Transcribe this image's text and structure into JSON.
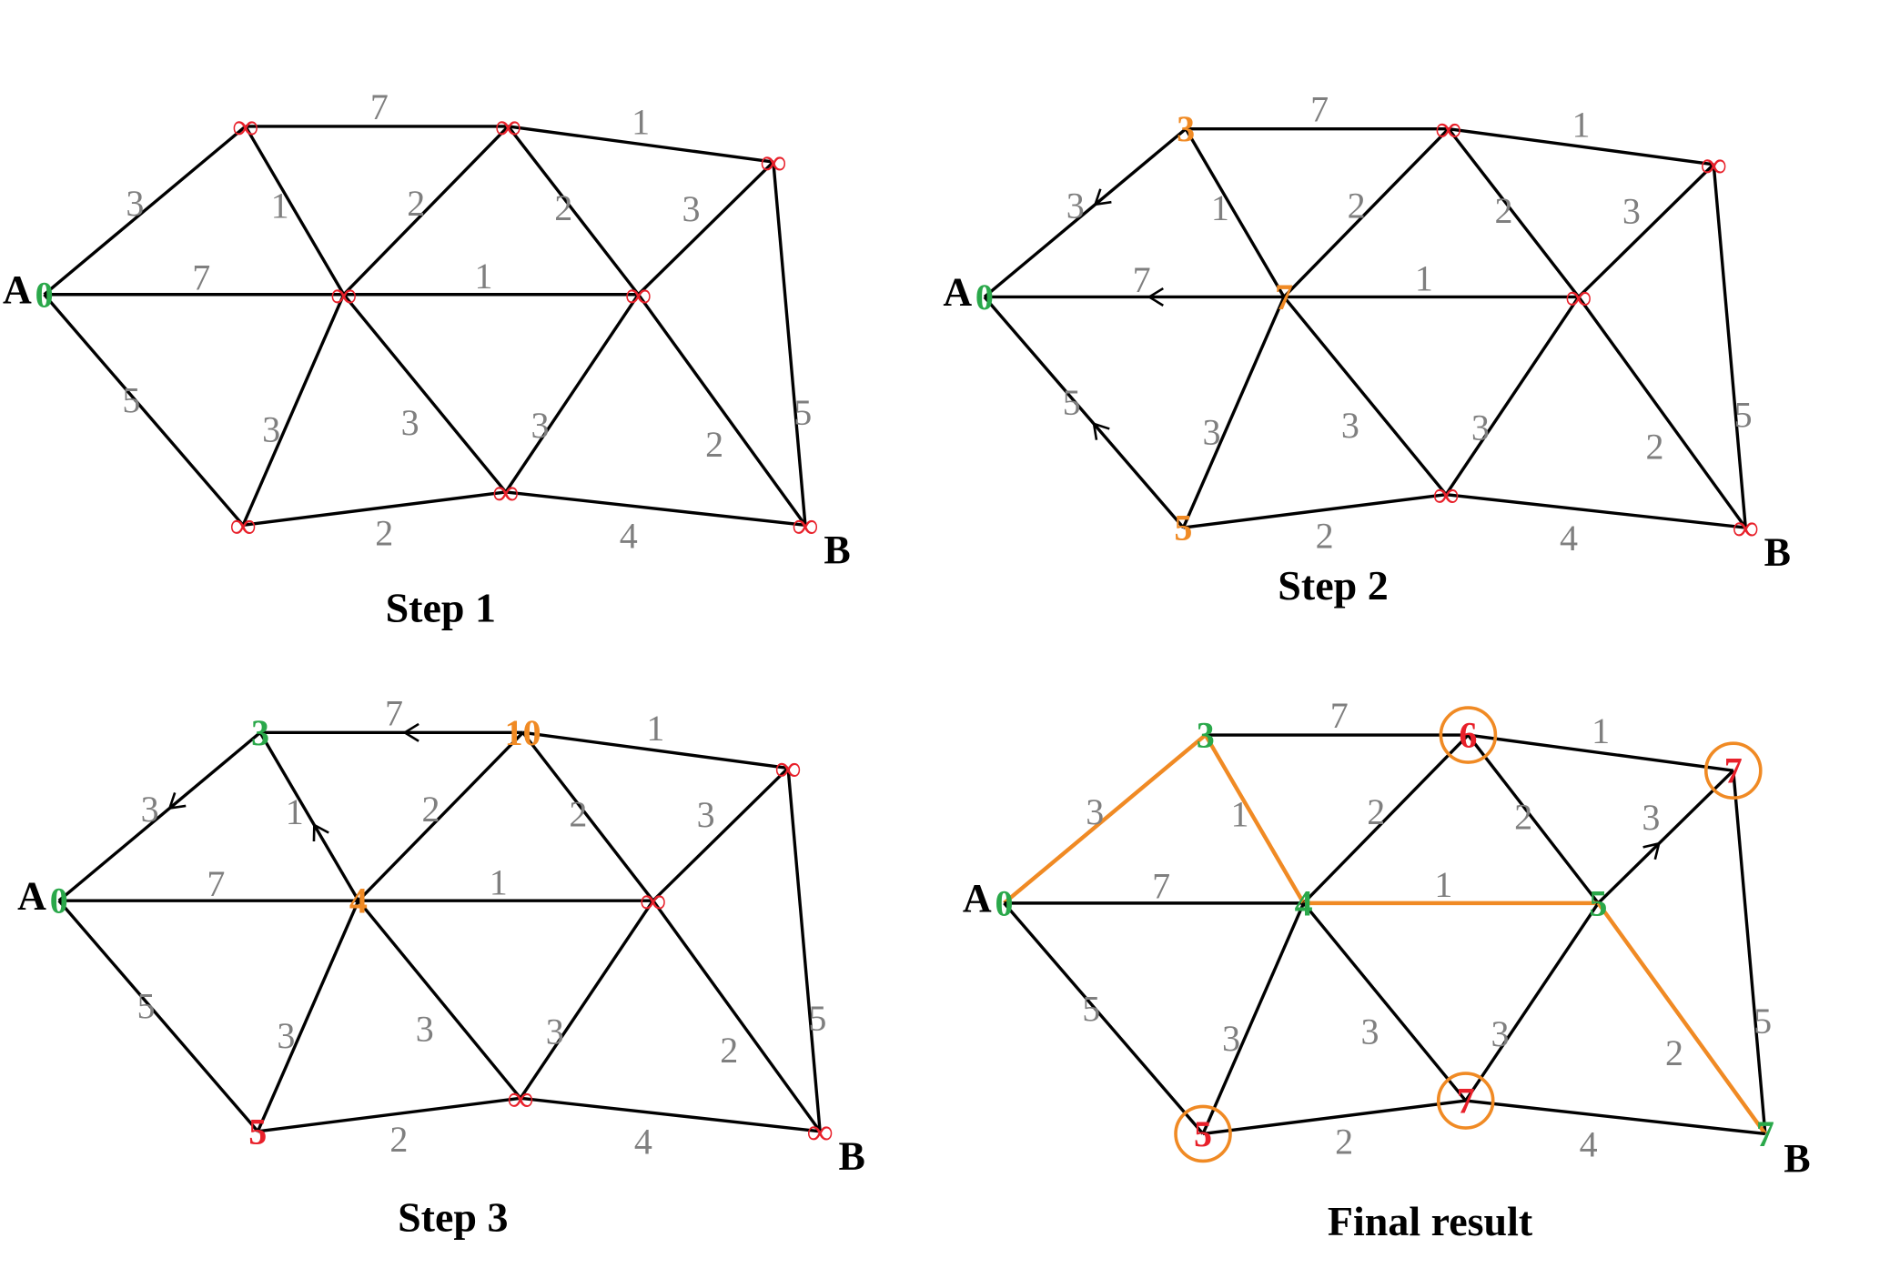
{
  "colors": {
    "edge": "#000000",
    "weight": "#7f7f7f",
    "infinity": "#e8202a",
    "tentative": "#f08a24",
    "final": "#2aa84a",
    "path": "#f08a24"
  },
  "endpoint_letters": {
    "start": "A",
    "end": "B"
  },
  "edges": [
    {
      "from": "A",
      "to": "N1",
      "weight": "3"
    },
    {
      "from": "A",
      "to": "N4",
      "weight": "7"
    },
    {
      "from": "A",
      "to": "N7",
      "weight": "5"
    },
    {
      "from": "N1",
      "to": "N2",
      "weight": "7"
    },
    {
      "from": "N1",
      "to": "N4",
      "weight": "1"
    },
    {
      "from": "N2",
      "to": "N3",
      "weight": "1"
    },
    {
      "from": "N2",
      "to": "N4",
      "weight": "2"
    },
    {
      "from": "N2",
      "to": "N5",
      "weight": "2"
    },
    {
      "from": "N3",
      "to": "N5",
      "weight": "3"
    },
    {
      "from": "N3",
      "to": "B",
      "weight": "5"
    },
    {
      "from": "N4",
      "to": "N5",
      "weight": "1"
    },
    {
      "from": "N4",
      "to": "N7",
      "weight": "3"
    },
    {
      "from": "N4",
      "to": "N8",
      "weight": "3"
    },
    {
      "from": "N5",
      "to": "N8",
      "weight": "3"
    },
    {
      "from": "N5",
      "to": "B",
      "weight": "2"
    },
    {
      "from": "N7",
      "to": "N8",
      "weight": "2"
    },
    {
      "from": "N8",
      "to": "B",
      "weight": "4"
    }
  ],
  "panels": [
    {
      "caption": "Step 1",
      "labels": {
        "A": {
          "text": "0",
          "state": "final"
        },
        "N1": {
          "text": "∞",
          "state": "infinity"
        },
        "N2": {
          "text": "∞",
          "state": "infinity"
        },
        "N3": {
          "text": "∞",
          "state": "infinity"
        },
        "N4": {
          "text": "∞",
          "state": "infinity"
        },
        "N5": {
          "text": "∞",
          "state": "infinity"
        },
        "N7": {
          "text": "∞",
          "state": "infinity"
        },
        "N8": {
          "text": "∞",
          "state": "infinity"
        },
        "B": {
          "text": "∞",
          "state": "infinity"
        }
      },
      "arrows": [],
      "circled": [],
      "path_edges": []
    },
    {
      "caption": "Step 2",
      "labels": {
        "A": {
          "text": "0",
          "state": "final"
        },
        "N1": {
          "text": "3",
          "state": "tentative"
        },
        "N2": {
          "text": "∞",
          "state": "infinity"
        },
        "N3": {
          "text": "∞",
          "state": "infinity"
        },
        "N4": {
          "text": "7",
          "state": "tentative"
        },
        "N5": {
          "text": "∞",
          "state": "infinity"
        },
        "N7": {
          "text": "5",
          "state": "tentative"
        },
        "N8": {
          "text": "∞",
          "state": "infinity"
        },
        "B": {
          "text": "∞",
          "state": "infinity"
        }
      },
      "arrows": [
        {
          "from": "N1",
          "to": "A"
        },
        {
          "from": "N4",
          "to": "A"
        },
        {
          "from": "N7",
          "to": "A"
        }
      ],
      "circled": [],
      "path_edges": []
    },
    {
      "caption": "Step 3",
      "labels": {
        "A": {
          "text": "0",
          "state": "final"
        },
        "N1": {
          "text": "3",
          "state": "final"
        },
        "N2": {
          "text": "10",
          "state": "tentative"
        },
        "N3": {
          "text": "∞",
          "state": "infinity"
        },
        "N4": {
          "text": "4",
          "state": "tentative"
        },
        "N5": {
          "text": "∞",
          "state": "infinity"
        },
        "N7": {
          "text": "5",
          "state": "infinity"
        },
        "N8": {
          "text": "∞",
          "state": "infinity"
        },
        "B": {
          "text": "∞",
          "state": "infinity"
        }
      },
      "arrows": [
        {
          "from": "N2",
          "to": "N1"
        },
        {
          "from": "N1",
          "to": "A"
        },
        {
          "from": "N4",
          "to": "N1"
        }
      ],
      "circled": [],
      "path_edges": []
    },
    {
      "caption": "Final result",
      "labels": {
        "A": {
          "text": "0",
          "state": "final"
        },
        "N1": {
          "text": "3",
          "state": "final"
        },
        "N2": {
          "text": "6",
          "state": "infinity"
        },
        "N3": {
          "text": "7",
          "state": "infinity"
        },
        "N4": {
          "text": "4",
          "state": "final"
        },
        "N5": {
          "text": "5",
          "state": "final"
        },
        "N7": {
          "text": "5",
          "state": "infinity"
        },
        "N8": {
          "text": "7",
          "state": "infinity"
        },
        "B": {
          "text": "7",
          "state": "final"
        }
      },
      "arrows": [
        {
          "from": "N5",
          "to": "N3"
        }
      ],
      "circled": [
        "N2",
        "N3",
        "N7",
        "N8"
      ],
      "path_edges": [
        [
          "A",
          "N1"
        ],
        [
          "N1",
          "N4"
        ],
        [
          "N4",
          "N5"
        ],
        [
          "N5",
          "B"
        ]
      ]
    }
  ]
}
